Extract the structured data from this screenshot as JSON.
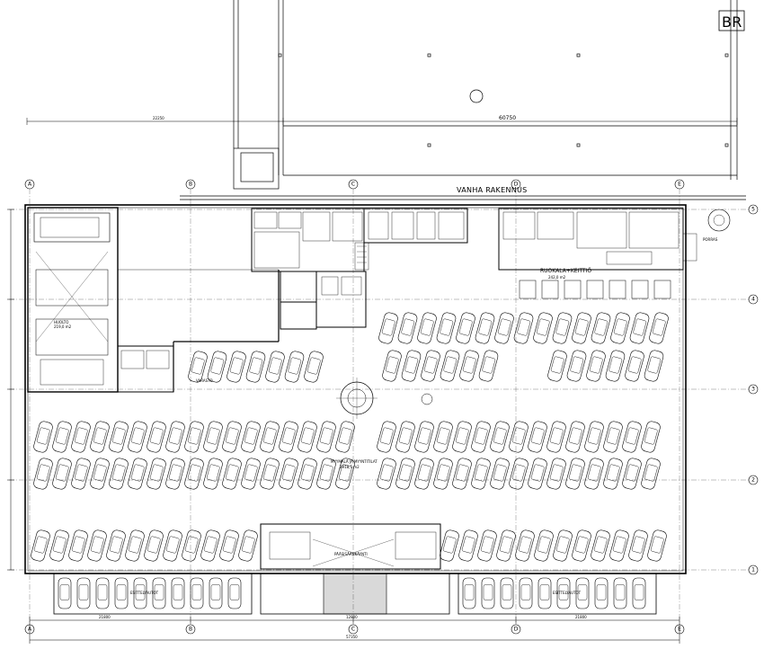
{
  "title_block": {
    "logo": "BR"
  },
  "dimensions": {
    "top_left": "22250",
    "top_right": "60750",
    "bottom_left": "21800",
    "bottom_mid": "12800",
    "bottom_right": "21800",
    "bottom_total": "57350"
  },
  "grid_columns": [
    "A",
    "B",
    "C",
    "D",
    "E"
  ],
  "grid_rows": [
    "5",
    "4",
    "3",
    "2",
    "1"
  ],
  "rooms": {
    "old_building": "VANHA RAKENNUS",
    "kitchen": "RUOKALA+KEITTIÖ",
    "kitchen_area": "242,0 m2",
    "sales_hall": "MYYMÄLÄ JA MYYNTITILAT",
    "sales_hall_area": "2918,5 m2",
    "workshop": "HUOLTO",
    "workshop_area": "219,0 m2",
    "display_cars_left": "ESITTELYAUTOT",
    "display_cars_right": "ESITTELYAUTOT",
    "main_entrance": "PÄÄSISÄÄNKÄYNTI",
    "warehouse": "VARASTO",
    "stairs": "PORRAS"
  }
}
